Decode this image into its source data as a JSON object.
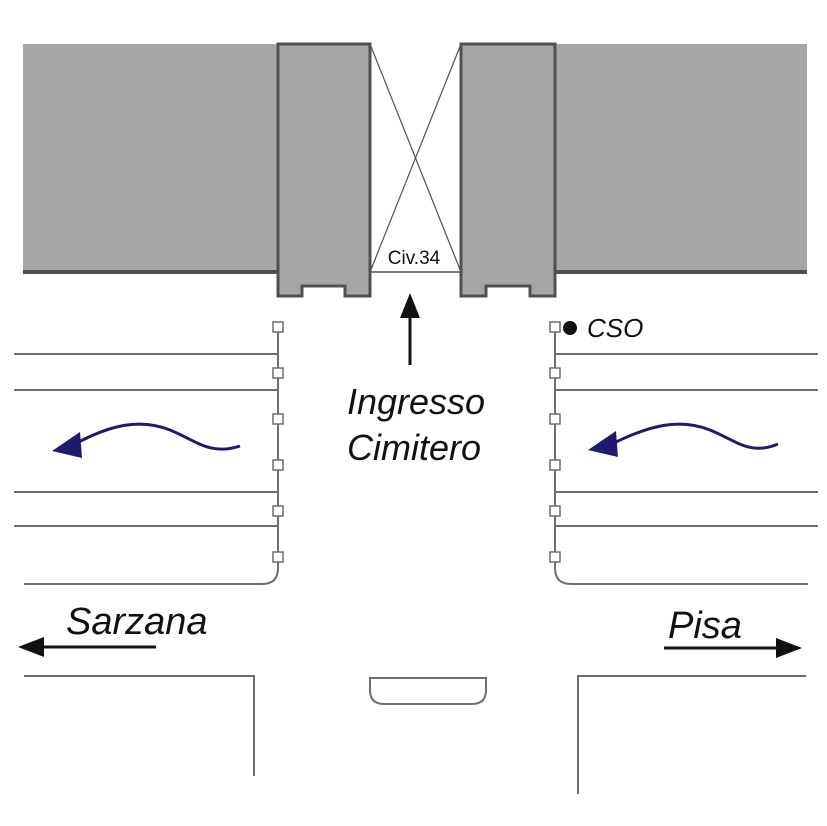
{
  "labels": {
    "civic_number": "Civ.34",
    "cso": "CSO",
    "entrance_line1": "Ingresso",
    "entrance_line2": "Cimitero",
    "direction_left": "Sarzana",
    "direction_right": "Pisa"
  },
  "colors": {
    "building_fill": "#a6a6a6",
    "building_stroke": "#505050",
    "road_line": "#6e6e6e",
    "flow_arrow": "#1f1a6e",
    "plants": "#2f6656",
    "text": "#111111"
  },
  "icons": {
    "entrance_arrow": "arrow-up-icon",
    "cso_marker": "filled-circle-icon",
    "flow_left": "wavy-arrow-left-icon",
    "direction_left": "arrow-left-icon",
    "direction_right": "arrow-right-icon"
  }
}
